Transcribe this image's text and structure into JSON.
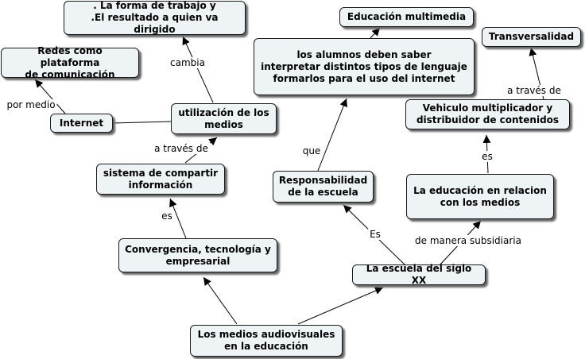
{
  "nodes": {
    "forma_trabajo": ". La forma de trabajo y\n.El resultado a quien va dirigido",
    "redes": "Redes como plataforma\nde comunicación",
    "internet": "Internet",
    "utilizacion": "utilización de los\nmedios",
    "sistema": "sistema de compartir\ninformación",
    "convergencia": "Convergencia, tecnología y\nempresarial",
    "medios_av": "Los medios audiovisuales\nen la educación",
    "educ_multimedia": "Educación multimedia",
    "alumnos": "los alumnos deben saber\ninterpretar distintos tipos de lenguaje\nformarlos para el uso del internet",
    "responsabilidad": "Responsabilidad\nde la escuela",
    "escuela_xx": "La escuela del siglo XX",
    "transversalidad": "Transversalidad",
    "vehiculo": "Vehiculo multiplicador y\ndistribuidor de contenidos",
    "educ_relacion": "La educación en relacion\ncon los medios"
  },
  "labels": {
    "cambia": "cambia",
    "por_medio": "por medio",
    "a_traves_de_1": "a través de",
    "es_1": "es",
    "que": "que",
    "es_2": "Es",
    "subsidiaria": "de manera subsidiaria",
    "es_3": "es",
    "a_traves_de_2": "a través de"
  },
  "colors": {
    "node_fill": "#eef3f6",
    "border": "#1a1a1a",
    "shadow": "#666666"
  }
}
